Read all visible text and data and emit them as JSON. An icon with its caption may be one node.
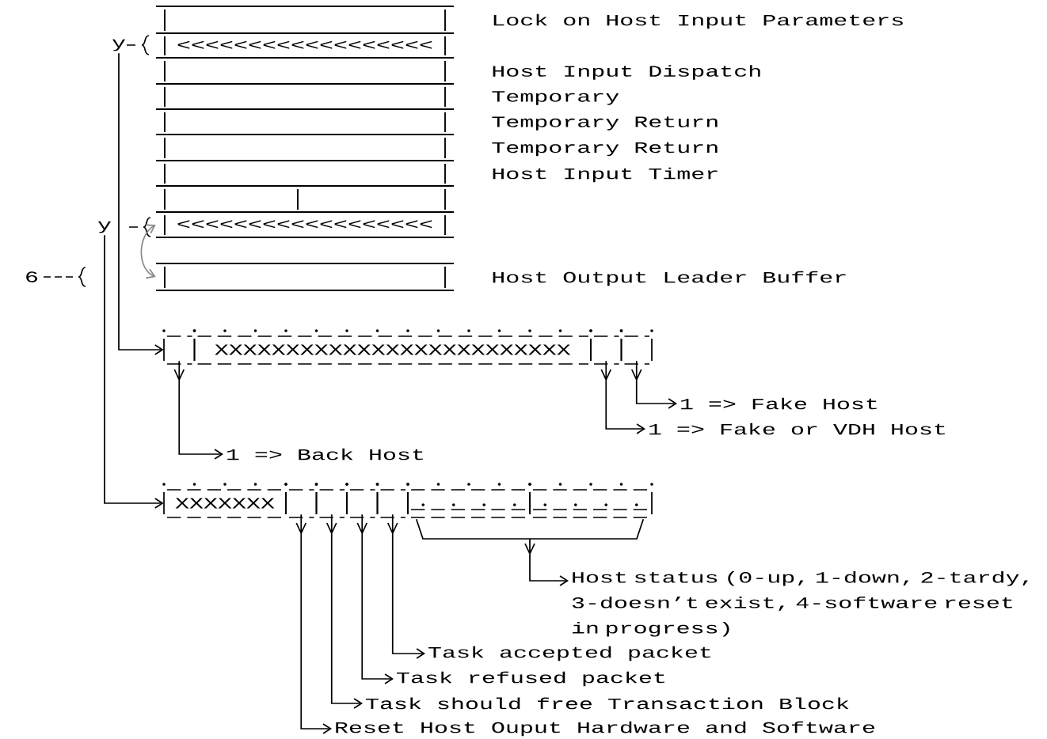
{
  "diagram": {
    "nodes": [
      {
        "text": [],
        "shape": "box",
        "beside": [
          "Lock on Host Input Parameters"
        ]
      },
      {
        "text": [
          "<<<<<<<<<<<<<<<<<<"
        ]
      },
      {
        "text": [],
        "shape": "box",
        "beside": [
          "Host Input Dispatch"
        ]
      },
      {
        "text": [],
        "shape": "box",
        "beside": [
          "Temporary"
        ]
      },
      {
        "text": [],
        "shape": "box",
        "beside": [
          "Temporary Return"
        ]
      },
      {
        "text": [],
        "shape": "box",
        "beside": [
          "Temporary Return"
        ]
      },
      {
        "text": [],
        "shape": "box",
        "beside": [
          "Host Input Timer"
        ]
      },
      {
        "text": [],
        "shape": "box"
      },
      {
        "text": [
          "<<<<<<<<<<<<<<<<<<"
        ]
      },
      {
        "text": [],
        "shape": "box",
        "beside": [
          "Host Output Leader Buffer"
        ]
      },
      {
        "text": [
          "y"
        ]
      },
      {
        "text": [
          "y"
        ]
      },
      {
        "text": [],
        "shape": "box"
      },
      {
        "text": [
          "XXXXXXXXXXXXXXXXXXXXXXXXX"
        ]
      },
      {
        "text": [],
        "shape": "box"
      },
      {
        "text": [],
        "shape": "box"
      },
      {
        "text": [
          "1 => Fake Host"
        ]
      },
      {
        "text": [
          "1 => Fake or VDH Host"
        ]
      },
      {
        "text": [
          "1 => Back Host"
        ]
      },
      {
        "text": [
          "XXXXXXX"
        ]
      },
      {
        "text": [],
        "shape": "box"
      },
      {
        "text": [],
        "shape": "box"
      },
      {
        "text": [],
        "shape": "box"
      },
      {
        "text": [],
        "shape": "box"
      },
      {
        "text": [],
        "shape": "box"
      },
      {
        "text": [],
        "shape": "box"
      },
      {
        "text": [
          "Host status (0-up, 1-down, 2-tardy, 3-doesn’t exist, 4-software reset in progress)"
        ]
      },
      {
        "text": [
          "Task accepted packet"
        ]
      },
      {
        "text": [
          "Task refused packet"
        ]
      },
      {
        "text": [
          "Task should free Transaction Block"
        ]
      },
      {
        "text": [
          "Reset Host Ouput Hardware and Software"
        ]
      }
    ],
    "edges": [
      {
        "from": 10,
        "to": 12,
        "arrow": "to"
      },
      {
        "from": 11,
        "to": 19,
        "arrow": "to"
      },
      {
        "from": 8,
        "to": 9,
        "arrow": "both",
        "color": "#8a8a8a"
      },
      {
        "from": 12,
        "to": 18,
        "arrow": "to"
      },
      {
        "from": 14,
        "to": 17,
        "arrow": "to"
      },
      {
        "from": 15,
        "to": 16,
        "arrow": "to"
      },
      {
        "from": 20,
        "to": 30,
        "arrow": "to"
      },
      {
        "from": 21,
        "to": 29,
        "arrow": "to"
      },
      {
        "from": 22,
        "to": 28,
        "arrow": "to"
      },
      {
        "from": 23,
        "to": 27,
        "arrow": "to"
      },
      {
        "from": 24,
        "to": 26,
        "arrow": "to"
      },
      {
        "from": 25,
        "to": 26,
        "arrow": "to"
      }
    ],
    "labels": [
      "6"
    ]
  }
}
